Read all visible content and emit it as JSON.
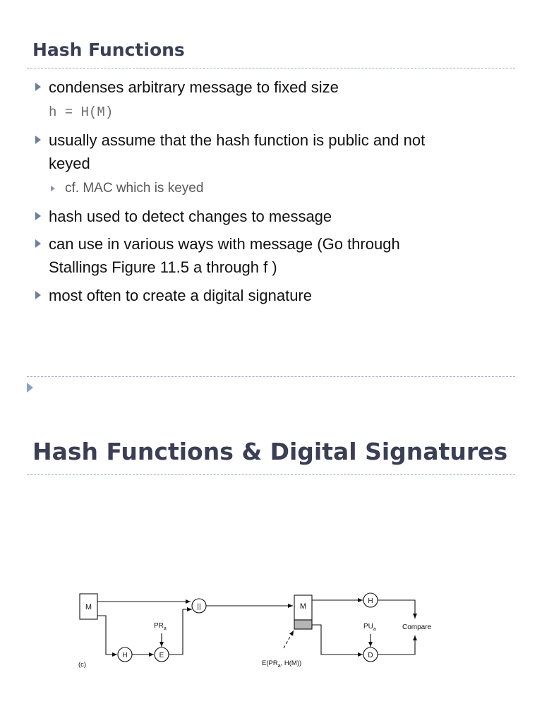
{
  "slide1": {
    "title": "Hash Functions",
    "bullets": [
      "condenses arbitrary message to fixed size",
      "usually assume that the hash function is public and not",
      "keyed",
      "hash used to detect changes to message",
      "can use in various ways with message (Go through",
      "Stallings Figure 11.5 a through f )",
      "most often to create a digital signature"
    ],
    "formula": "h = H(M)",
    "sub_bullet": "cf. MAC which is keyed"
  },
  "slide2": {
    "title": "Hash Functions & Digital Signatures"
  },
  "diagram": {
    "m_left": "M",
    "h_left": "H",
    "e_node": "E",
    "concat": "||",
    "pr_label": "PR",
    "pr_sub": "a",
    "m_right": "M",
    "h_right": "H",
    "d_node": "D",
    "pu_label": "PU",
    "pu_sub": "a",
    "compare": "Compare",
    "sig_label_1": "E(PR",
    "sig_sub": "a",
    "sig_label_2": ", H(M))",
    "panel_label": "(c)"
  },
  "colors": {
    "title": "#3b3f55",
    "bullet": "#6d7f9e",
    "rule": "#9aa9c4"
  }
}
